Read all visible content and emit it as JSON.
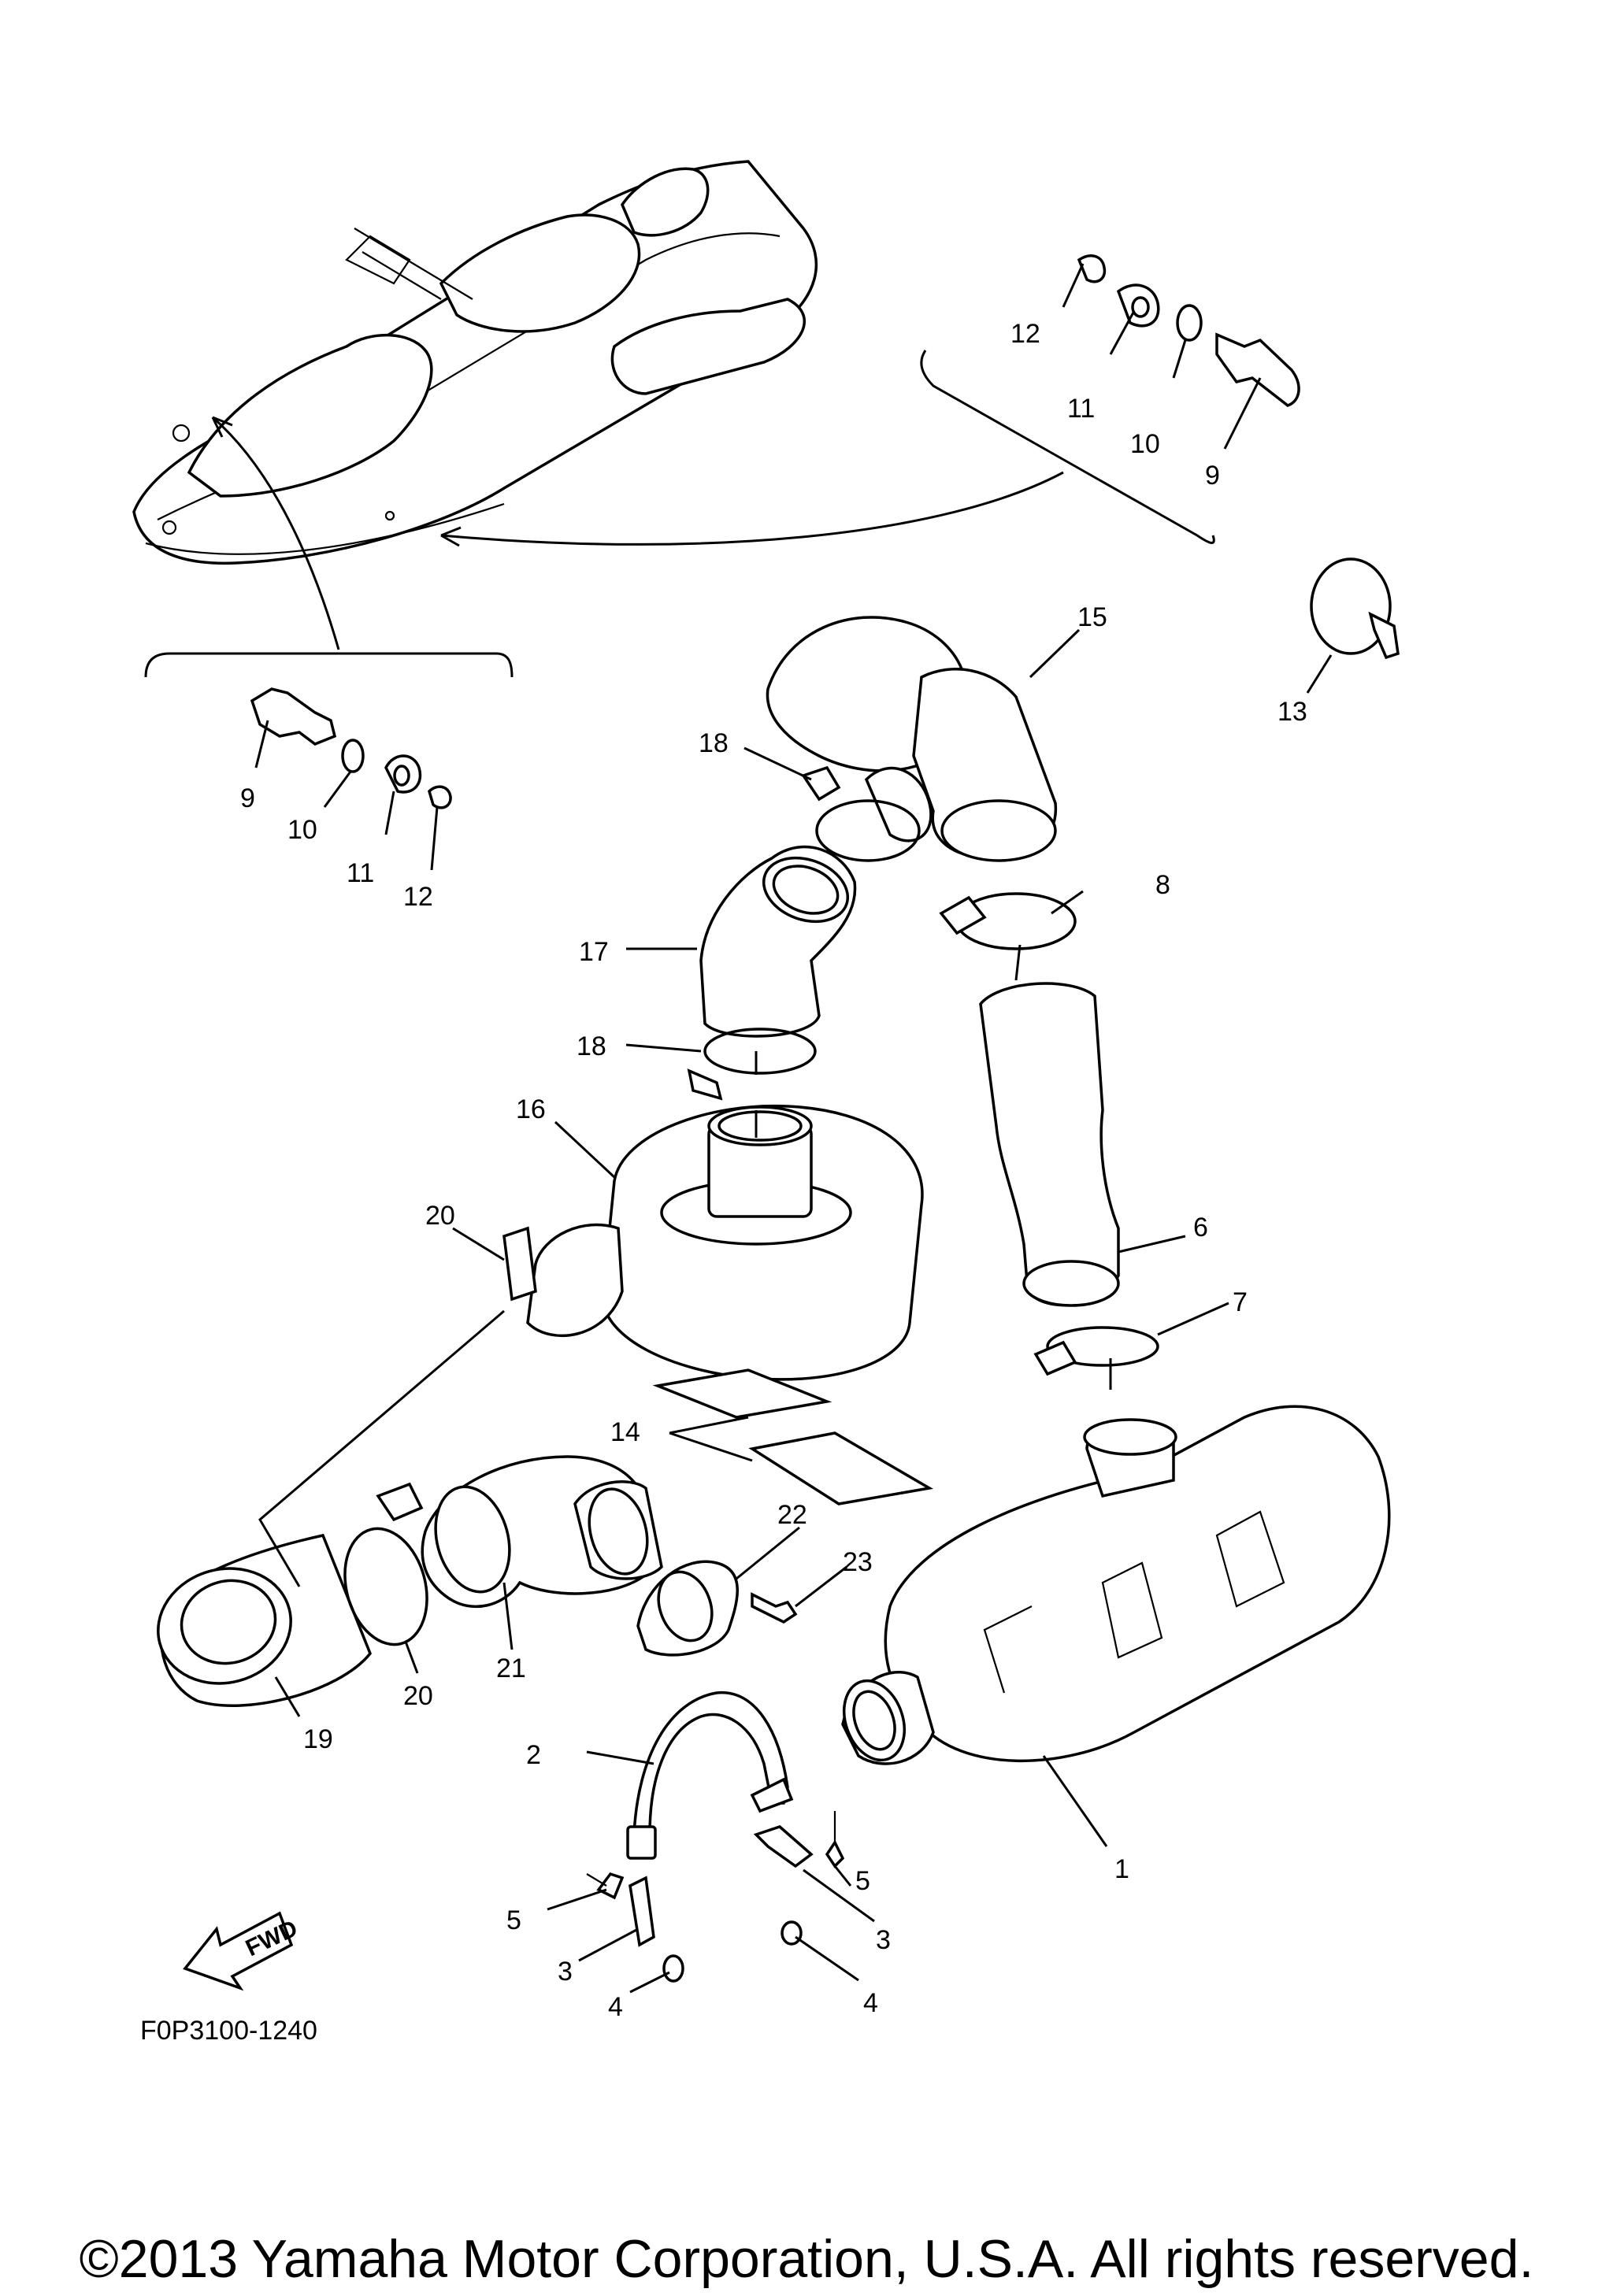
{
  "diagram": {
    "figure_code": "F0P3100-1240",
    "fwd_label": "FWD",
    "copyright": "©2013 Yamaha Motor Corporation, U.S.A. All rights reserved.",
    "callouts": [
      {
        "id": "c1",
        "label": "1"
      },
      {
        "id": "c2",
        "label": "2"
      },
      {
        "id": "c3a",
        "label": "3"
      },
      {
        "id": "c3b",
        "label": "3"
      },
      {
        "id": "c4a",
        "label": "4"
      },
      {
        "id": "c4b",
        "label": "4"
      },
      {
        "id": "c5a",
        "label": "5"
      },
      {
        "id": "c5b",
        "label": "5"
      },
      {
        "id": "c6",
        "label": "6"
      },
      {
        "id": "c7",
        "label": "7"
      },
      {
        "id": "c8",
        "label": "8"
      },
      {
        "id": "c9a",
        "label": "9"
      },
      {
        "id": "c9b",
        "label": "9"
      },
      {
        "id": "c10a",
        "label": "10"
      },
      {
        "id": "c10b",
        "label": "10"
      },
      {
        "id": "c11a",
        "label": "11"
      },
      {
        "id": "c11b",
        "label": "11"
      },
      {
        "id": "c12a",
        "label": "12"
      },
      {
        "id": "c12b",
        "label": "12"
      },
      {
        "id": "c13",
        "label": "13"
      },
      {
        "id": "c14",
        "label": "14"
      },
      {
        "id": "c15",
        "label": "15"
      },
      {
        "id": "c16",
        "label": "16"
      },
      {
        "id": "c17",
        "label": "17"
      },
      {
        "id": "c18a",
        "label": "18"
      },
      {
        "id": "c18b",
        "label": "18"
      },
      {
        "id": "c19",
        "label": "19"
      },
      {
        "id": "c20a",
        "label": "20"
      },
      {
        "id": "c20b",
        "label": "20"
      },
      {
        "id": "c21",
        "label": "21"
      },
      {
        "id": "c22",
        "label": "22"
      },
      {
        "id": "c23",
        "label": "23"
      }
    ]
  }
}
